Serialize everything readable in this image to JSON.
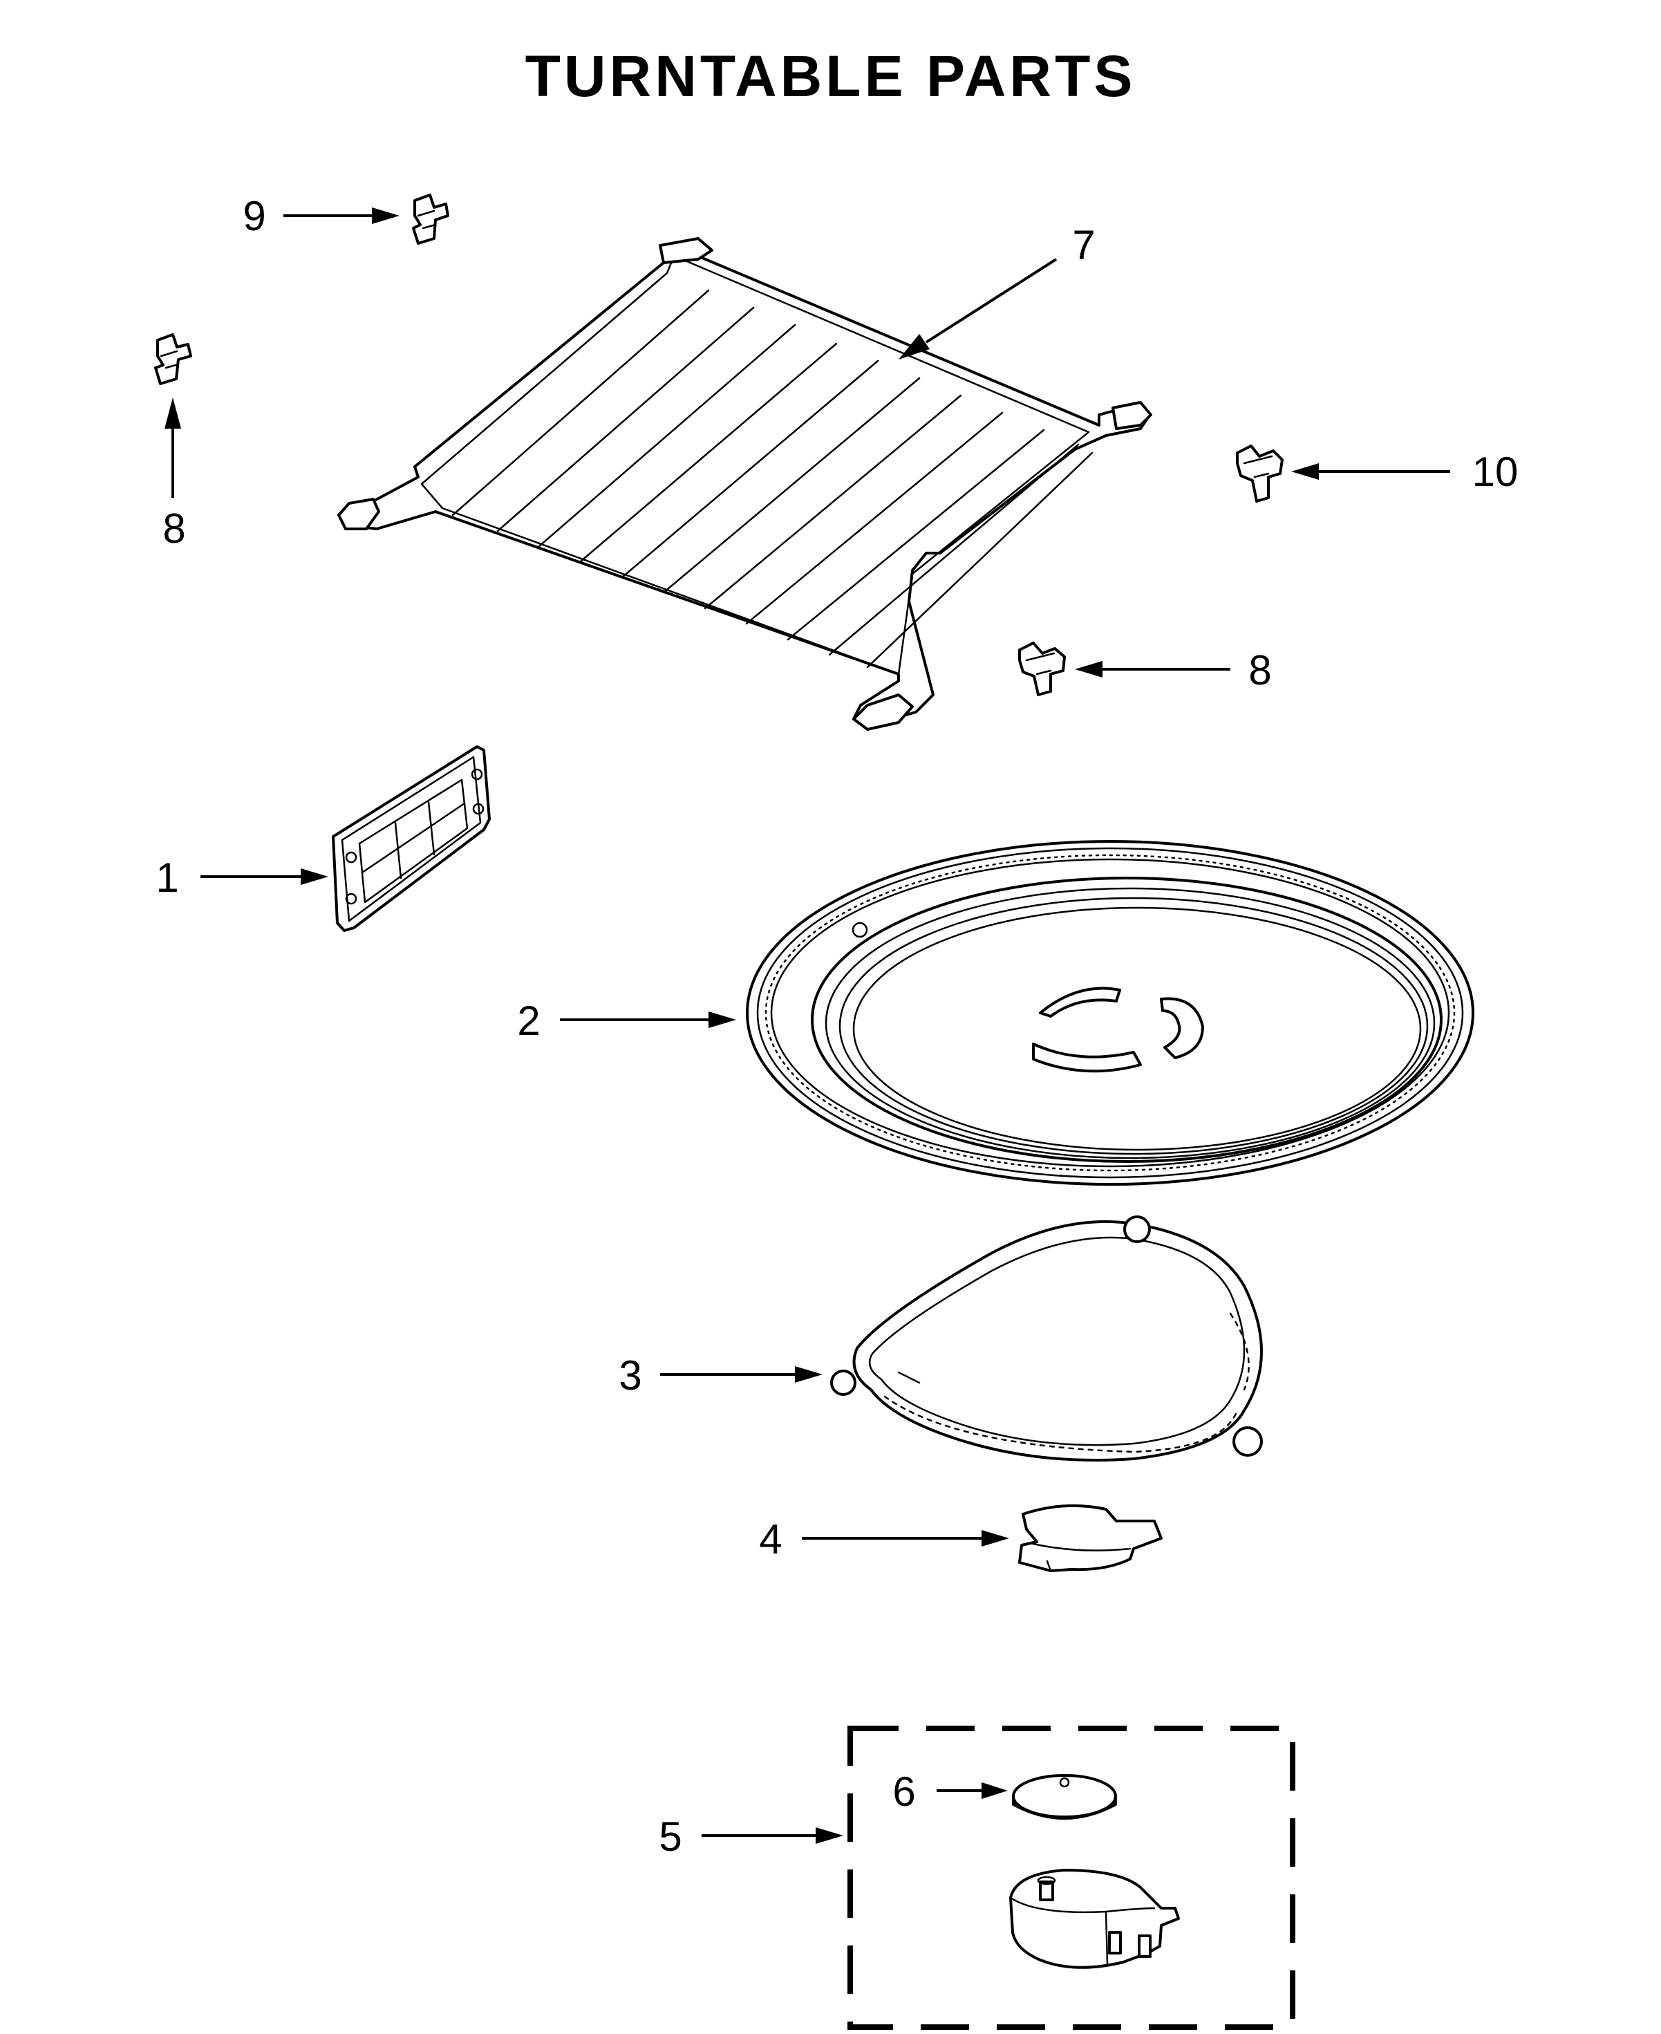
{
  "title": "TURNTABLE PARTS",
  "callouts": [
    {
      "part": "side-latch-9",
      "label": "9"
    },
    {
      "part": "oven-rack",
      "label": "7"
    },
    {
      "part": "side-latch-upper-left",
      "label": "8"
    },
    {
      "part": "side-latch-10",
      "label": "10"
    },
    {
      "part": "side-latch-lower-right",
      "label": "8"
    },
    {
      "part": "vent-grille",
      "label": "1"
    },
    {
      "part": "turntable-tray",
      "label": "2"
    },
    {
      "part": "roller-ring",
      "label": "3"
    },
    {
      "part": "turntable-coupler",
      "label": "4"
    },
    {
      "part": "turntable-motor-kit",
      "label": "5"
    },
    {
      "part": "motor-cover-disc",
      "label": "6"
    }
  ]
}
